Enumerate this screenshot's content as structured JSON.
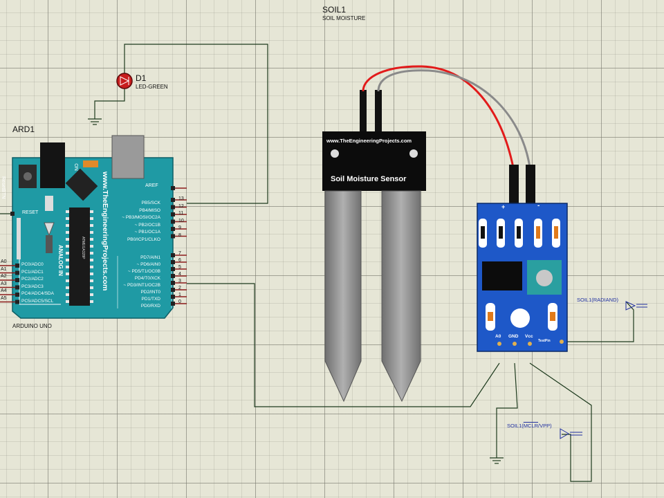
{
  "components": {
    "soil_ref": "SOIL1",
    "soil_value": "SOIL MOISTURE",
    "led_ref": "D1",
    "led_value": "LED-GREEN",
    "arduino_ref": "ARD1",
    "arduino_value": "ARDUINO UNO"
  },
  "arduino": {
    "reset_btn": "ResetBTN",
    "on_label": "ON",
    "website": "www.TheEngineeringProjects.com",
    "analog_in": "ANALOG IN",
    "reset_label": "RESET",
    "chip_text": "ATMEGA328P",
    "analog_pins": [
      "A0",
      "A1",
      "A2",
      "A3",
      "A4",
      "A5"
    ],
    "analog_labels": [
      "PC0/ADC0",
      "PC1/ADC1",
      "PC2/ADC2",
      "PC3/ADC3",
      "PC4/ADC4/SDA",
      "PC5/ADC5/SCL"
    ],
    "aref": "AREF",
    "digital_labels_high": [
      "PB5/SCK",
      "PB4/MISO",
      "~ PB3/MOSI/OC2A",
      "~ PB2/OC1B",
      "~ PB1/OC1A",
      "PB0/ICP1/CLKO"
    ],
    "digital_pins_high": [
      "13",
      "12",
      "11",
      "10",
      "9",
      "8"
    ],
    "digital_labels_low": [
      "PD7/AIN1",
      "~ PD6/AIN0",
      "~ PD5/T1/OC0B",
      "PD4/T0/XCK",
      "~ PD3/INT1/OC2B",
      "PD2/INT0",
      "PD1/TXD",
      "PD0/RXD"
    ],
    "digital_pins_low": [
      "7",
      "6",
      "5",
      "4",
      "3",
      "2",
      "1",
      "0"
    ]
  },
  "sensor": {
    "website": "www.TheEngineeringProjects.com",
    "name": "Soil Moisture Sensor"
  },
  "module": {
    "plus": "+",
    "minus": "-",
    "pin_labels": [
      "A0",
      "GND",
      "Vcc"
    ],
    "test_label": "TestPin"
  },
  "nets": {
    "radiand": "SOIL1(RADIAND)",
    "mclr_prefix": "SOIL1(",
    "mclr": "MCLR",
    "mclr_suffix": "/VPP)"
  },
  "colors": {
    "board": "#1f9aa4",
    "wire": "#1d3a1d",
    "module": "#1e58c8",
    "probe": "#8f8f8f",
    "led": "#c81e1e"
  }
}
